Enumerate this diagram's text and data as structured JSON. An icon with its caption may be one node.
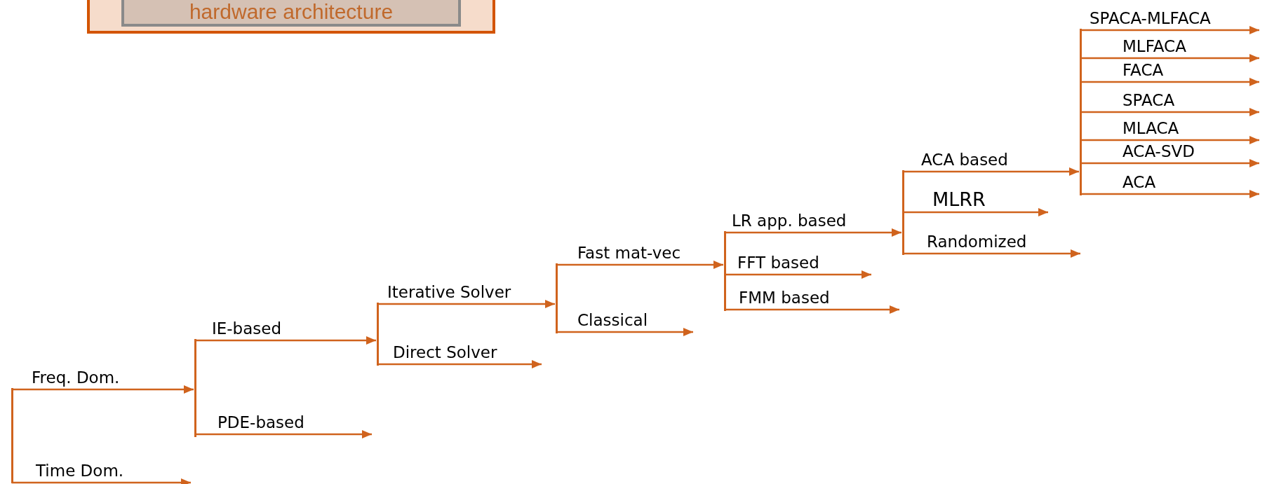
{
  "diagram": {
    "nodes": [
      {
        "text": [],
        "shape": "box"
      },
      {
        "text": [
          "hardware architecture"
        ],
        "in": 0
      },
      {
        "text": [],
        "shape": "bar"
      },
      {
        "text": [],
        "shape": "bar"
      },
      {
        "text": [],
        "shape": "bar"
      },
      {
        "text": [],
        "shape": "bar"
      },
      {
        "text": [],
        "shape": "bar"
      },
      {
        "text": [],
        "shape": "bar"
      },
      {
        "text": [],
        "shape": "bar"
      }
    ],
    "edges": [
      {
        "from": 2,
        "to": 3,
        "arrow": "to",
        "label": "Freq. Dom."
      },
      {
        "from": 2,
        "to": null,
        "arrow": "to",
        "label": "Time Dom."
      },
      {
        "from": 3,
        "to": 4,
        "arrow": "to",
        "label": "IE-based"
      },
      {
        "from": 3,
        "to": null,
        "arrow": "to",
        "label": "PDE-based"
      },
      {
        "from": 4,
        "to": 5,
        "arrow": "to",
        "label": "Iterative Solver"
      },
      {
        "from": 4,
        "to": null,
        "arrow": "to",
        "label": "Direct Solver"
      },
      {
        "from": 5,
        "to": 6,
        "arrow": "to",
        "label": "Fast mat-vec"
      },
      {
        "from": 5,
        "to": null,
        "arrow": "to",
        "label": "Classical"
      },
      {
        "from": 6,
        "to": 7,
        "arrow": "to",
        "label": "LR app. based"
      },
      {
        "from": 6,
        "to": null,
        "arrow": "to",
        "label": "FFT based"
      },
      {
        "from": 6,
        "to": null,
        "arrow": "to",
        "label": "FMM based"
      },
      {
        "from": 7,
        "to": 8,
        "arrow": "to",
        "label": "ACA based"
      },
      {
        "from": 7,
        "to": null,
        "arrow": "to",
        "label": "MLRR"
      },
      {
        "from": 7,
        "to": null,
        "arrow": "to",
        "label": "Randomized"
      },
      {
        "from": 8,
        "to": null,
        "arrow": "to",
        "label": "SPACA-MLFACA"
      },
      {
        "from": 8,
        "to": null,
        "arrow": "to",
        "label": "MLFACA"
      },
      {
        "from": 8,
        "to": null,
        "arrow": "to",
        "label": "FACA"
      },
      {
        "from": 8,
        "to": null,
        "arrow": "to",
        "label": "SPACA"
      },
      {
        "from": 8,
        "to": null,
        "arrow": "to",
        "label": "MLACA"
      },
      {
        "from": 8,
        "to": null,
        "arrow": "to",
        "label": "ACA-SVD"
      },
      {
        "from": 8,
        "to": null,
        "arrow": "to",
        "label": "ACA"
      }
    ]
  }
}
